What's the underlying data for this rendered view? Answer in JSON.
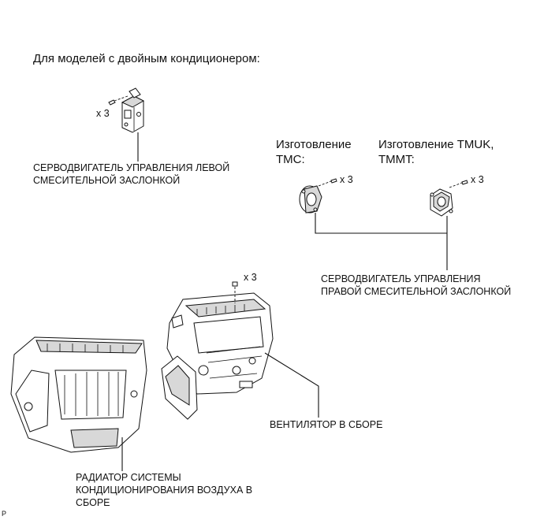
{
  "title": "Для моделей с двойным кондиционером:",
  "quantities": {
    "left_servo_screws": "x 3",
    "tmc_screws": "x 3",
    "tmuk_screws": "x 3",
    "blower_screws": "x 3"
  },
  "variants": {
    "tmc": [
      "Изготовление",
      "TMC:"
    ],
    "tmuk": [
      "Изготовление TMUK,",
      "TMMT:"
    ]
  },
  "labels": {
    "left_servo": [
      "СЕРВОДВИГАТЕЛЬ УПРАВЛЕНИЯ ЛЕВОЙ",
      "СМЕСИТЕЛЬНОЙ ЗАСЛОНКОЙ"
    ],
    "right_servo": [
      "СЕРВОДВИГАТЕЛЬ УПРАВЛЕНИЯ",
      "ПРАВОЙ СМЕСИТЕЛЬНОЙ ЗАСЛОНКОЙ"
    ],
    "blower": "ВЕНТИЛЯТОР В СБОРЕ",
    "radiator": [
      "РАДИАТОР СИСТЕМЫ",
      "КОНДИЦИОНИРОВАНИЯ ВОЗДУХА В",
      "СБОРЕ"
    ]
  },
  "figure_ref": "P"
}
